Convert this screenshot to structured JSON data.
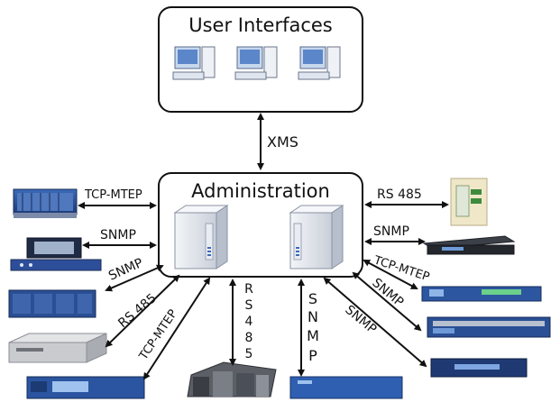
{
  "user_interfaces": {
    "title": "User Interfaces"
  },
  "administration": {
    "title": "Administration"
  },
  "links": {
    "xms": "XMS",
    "left_tcp_mtep": "TCP-MTEP",
    "left_snmp": "SNMP",
    "lower_left_snmp": "SNMP",
    "rs485_diagonal": "RS 485",
    "tcp_mtep_diagonal": "TCP-MTEP",
    "rs485_vertical": [
      "R",
      "S",
      "4",
      "8",
      "5"
    ],
    "snmp_vertical": [
      "S",
      "N",
      "M",
      "P"
    ],
    "right_rs485": "RS 485",
    "right_snmp": "SNMP",
    "right_tcp_mtep": "TCP-MTEP",
    "right_snmp_diagonal_1": "SNMP",
    "right_snmp_diagonal_2": "SNMP"
  },
  "colors": {
    "outline": "#111111",
    "device_blue": "#2b4f94",
    "device_dark": "#1f2a44",
    "server_grey": "#dfe3ea"
  }
}
